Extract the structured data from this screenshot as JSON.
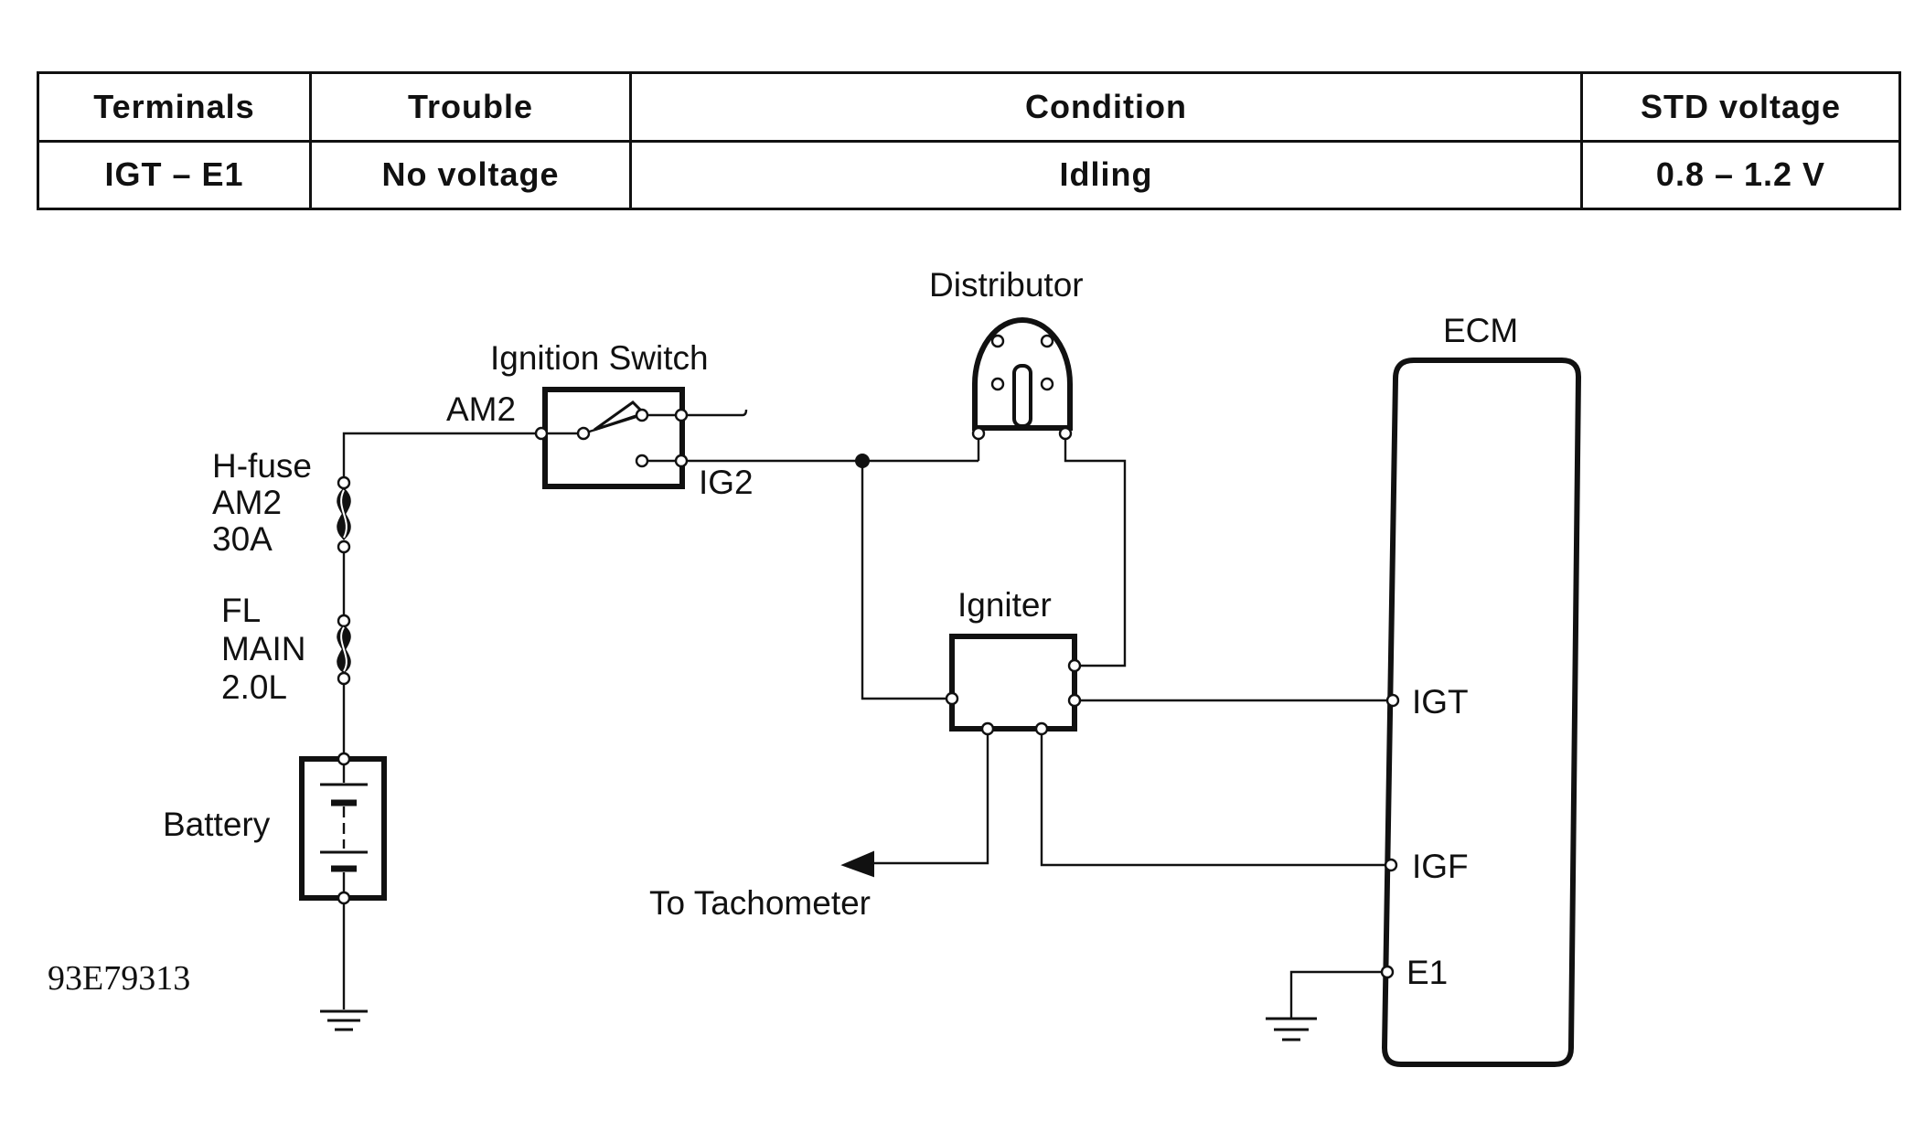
{
  "table": {
    "headers": [
      "Terminals",
      "Trouble",
      "Condition",
      "STD voltage"
    ],
    "row": [
      "IGT – E1",
      "No voltage",
      "Idling",
      "0.8 – 1.2 V"
    ]
  },
  "diagram": {
    "distributor": "Distributor",
    "ecm": "ECM",
    "ignition_switch": "Ignition Switch",
    "am2_terminal": "AM2",
    "ig2_terminal": "IG2",
    "hfuse_line1": "H-fuse",
    "hfuse_line2": "AM2",
    "hfuse_line3": "30A",
    "fl_line1": "FL",
    "fl_line2": "MAIN",
    "fl_line3": "2.0L",
    "battery": "Battery",
    "igniter": "Igniter",
    "igt": "IGT",
    "igf": "IGF",
    "e1": "E1",
    "tachometer": "To Tachometer",
    "figure_code": "93E79313"
  }
}
